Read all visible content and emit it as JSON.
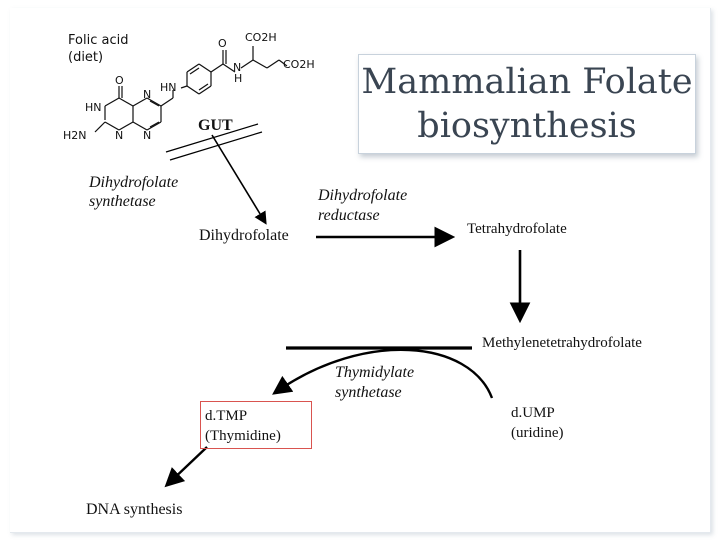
{
  "title": "Mammalian Folate\nbiosynthesis",
  "folic_acid": {
    "label": "Folic acid\n(diet)",
    "atoms": {
      "co2h_top": "CO2H",
      "co2h_right": "CO2H",
      "o_amide": "O",
      "n_amide": "N",
      "h_amide": "H",
      "hn_linker": "HN",
      "o_ring": "O",
      "hn_ring": "HN",
      "n_ring_a": "N",
      "n_ring_b": "N",
      "n_ring_c": "N",
      "h2n": "H2N"
    }
  },
  "gut_label": "GUT",
  "enzymes": {
    "dhps": "Dihydrofolate\nsynthetase",
    "dhfr": "Dihydrofolate\nreductase",
    "ts": "Thymidylate\nsynthetase"
  },
  "metabolites": {
    "dhf": "Dihydrofolate",
    "thf": "Tetrahydrofolate",
    "mthf": "Methylenetetrahydrofolate",
    "dtmp": "d.TMP\n(Thymidine)",
    "dump": "d.UMP\n(uridine)",
    "dna": "DNA synthesis"
  },
  "colors": {
    "title_text": "#3a4552",
    "dtmp_border": "#d9534f",
    "arrow": "#000000"
  }
}
